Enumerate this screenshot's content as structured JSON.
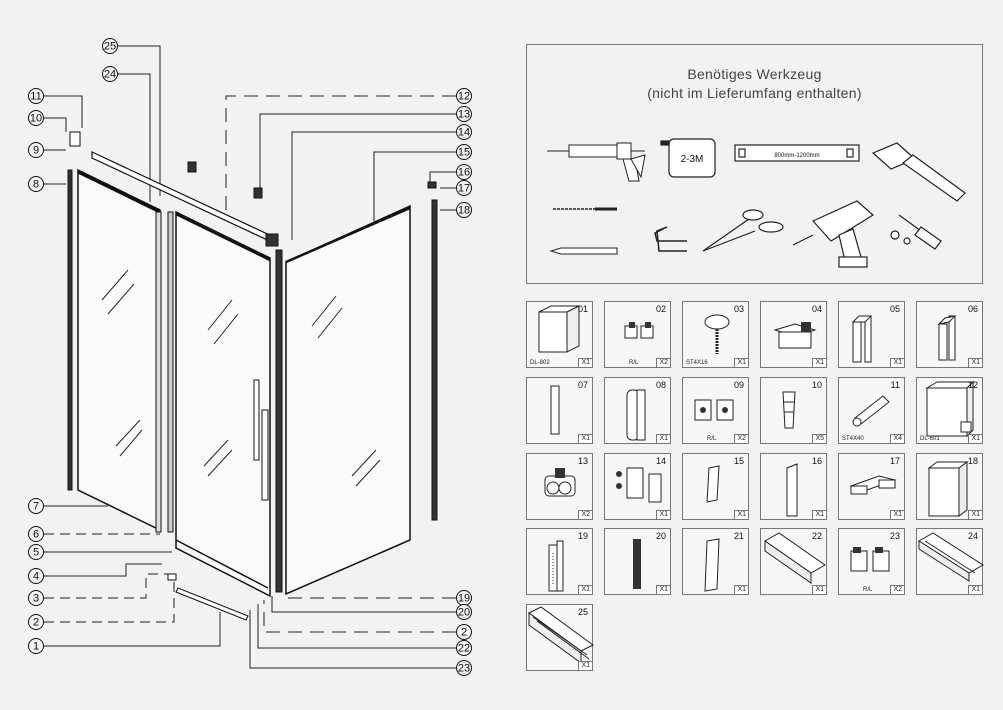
{
  "callouts": [
    "25",
    "24",
    "11",
    "10",
    "9",
    "8",
    "7",
    "6",
    "5",
    "4",
    "3",
    "2",
    "1",
    "12",
    "13",
    "14",
    "15",
    "16",
    "17",
    "18",
    "19",
    "20",
    "2",
    "22",
    "23"
  ],
  "tools": {
    "title_line1": "Benötiges Werkzeug",
    "title_line2": "(nicht im Lieferumfang enthalten)",
    "tape_label": "2-3M",
    "level_label": "800mm-1200mm",
    "icons": [
      "caulk-gun-icon",
      "tape-measure-icon",
      "spirit-level-icon",
      "hammer-icon",
      "drill-bit-icon",
      "hex-keys-icon",
      "scissors-icon",
      "cordless-drill-icon",
      "screwdriver-icon",
      "pencil-icon"
    ]
  },
  "parts": [
    {
      "num": "01",
      "qty": "X1",
      "code": "DL-802"
    },
    {
      "num": "02",
      "qty": "X2",
      "code": "R/L"
    },
    {
      "num": "03",
      "qty": "X1",
      "code": "ST4X16"
    },
    {
      "num": "04",
      "qty": "X1",
      "code": ""
    },
    {
      "num": "05",
      "qty": "X1",
      "code": ""
    },
    {
      "num": "06",
      "qty": "X1",
      "code": ""
    },
    {
      "num": "07",
      "qty": "X1",
      "code": ""
    },
    {
      "num": "08",
      "qty": "X1",
      "code": ""
    },
    {
      "num": "09",
      "qty": "X2",
      "code": "R/L"
    },
    {
      "num": "10",
      "qty": "X5",
      "code": ""
    },
    {
      "num": "11",
      "qty": "X4",
      "code": "ST4X40"
    },
    {
      "num": "12",
      "qty": "X1",
      "code": "DL-601"
    },
    {
      "num": "13",
      "qty": "X2",
      "code": ""
    },
    {
      "num": "14",
      "qty": "X1",
      "code": ""
    },
    {
      "num": "15",
      "qty": "X1",
      "code": ""
    },
    {
      "num": "16",
      "qty": "X1",
      "code": ""
    },
    {
      "num": "17",
      "qty": "X1",
      "code": ""
    },
    {
      "num": "18",
      "qty": "X1",
      "code": ""
    },
    {
      "num": "19",
      "qty": "X1",
      "code": ""
    },
    {
      "num": "20",
      "qty": "X1",
      "code": ""
    },
    {
      "num": "21",
      "qty": "X1",
      "code": ""
    },
    {
      "num": "22",
      "qty": "X1",
      "code": ""
    },
    {
      "num": "23",
      "qty": "X2",
      "code": "R/L"
    },
    {
      "num": "24",
      "qty": "X1",
      "code": ""
    },
    {
      "num": "25",
      "qty": "X1",
      "code": ""
    }
  ]
}
